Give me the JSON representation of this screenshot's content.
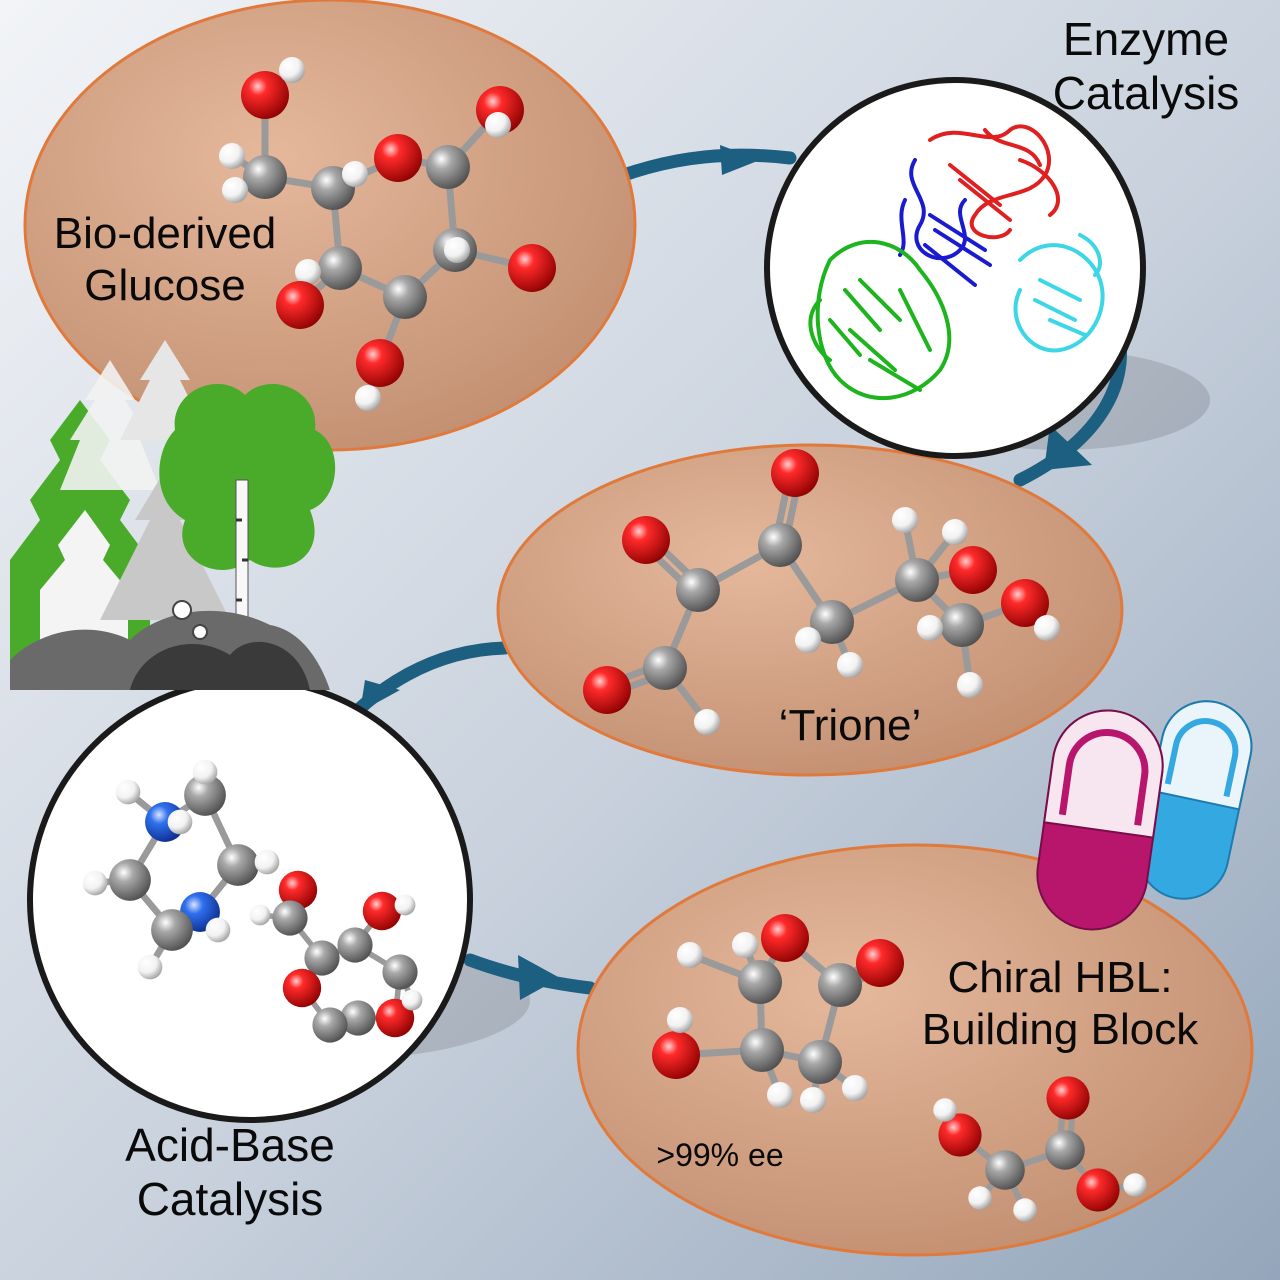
{
  "labels": {
    "enzyme_line1": "Enzyme",
    "enzyme_line2": "Catalysis",
    "glucose_line1": "Bio-derived",
    "glucose_line2": "Glucose",
    "trione": "‘Trione’",
    "hbl_line1": "Chiral HBL:",
    "hbl_line2": "Building Block",
    "ee": ">99% ee",
    "acidbase_line1": "Acid-Base",
    "acidbase_line2": "Catalysis"
  },
  "colors": {
    "background_light": "#eef1f5",
    "background_dark": "#9fb0c4",
    "ellipse_fill": "#d3a183",
    "ellipse_stroke": "#e07a3c",
    "arrow": "#1d5f80",
    "oxygen": "#e8141b",
    "carbon": "#8f8f8f",
    "hydrogen": "#ffffff",
    "nitrogen": "#2a66e0",
    "protein_red": "#e02020",
    "protein_blue": "#1a1ad0",
    "protein_green": "#1db41d",
    "protein_cyan": "#3cd6e6",
    "pill_magenta": "#b8156c",
    "pill_blue": "#34a8e0",
    "tree_green": "#4aaa2a"
  }
}
